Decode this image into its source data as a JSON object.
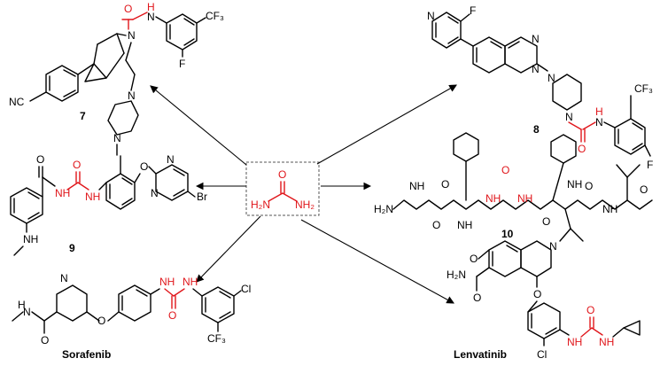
{
  "compound_labels": {
    "c7": "7",
    "c8": "8",
    "c9": "9",
    "c10": "10",
    "sorafenib": "Sorafenib",
    "lenvatinib": "Lenvatinib"
  },
  "center": {
    "o": "O",
    "left_nh2": "H₂N",
    "right_nh2": "NH₂"
  },
  "atoms": {
    "h": "H",
    "n": "N",
    "nh": "NH",
    "o": "O",
    "f": "F",
    "cf3": "CF₃",
    "br": "Br",
    "cl": "Cl",
    "nc": "NC",
    "h2n": "H₂N",
    "h2n_amide": "H₂N"
  },
  "colors": {
    "urea": "#e0161b",
    "bonds": "#000000",
    "box": "#555555"
  }
}
